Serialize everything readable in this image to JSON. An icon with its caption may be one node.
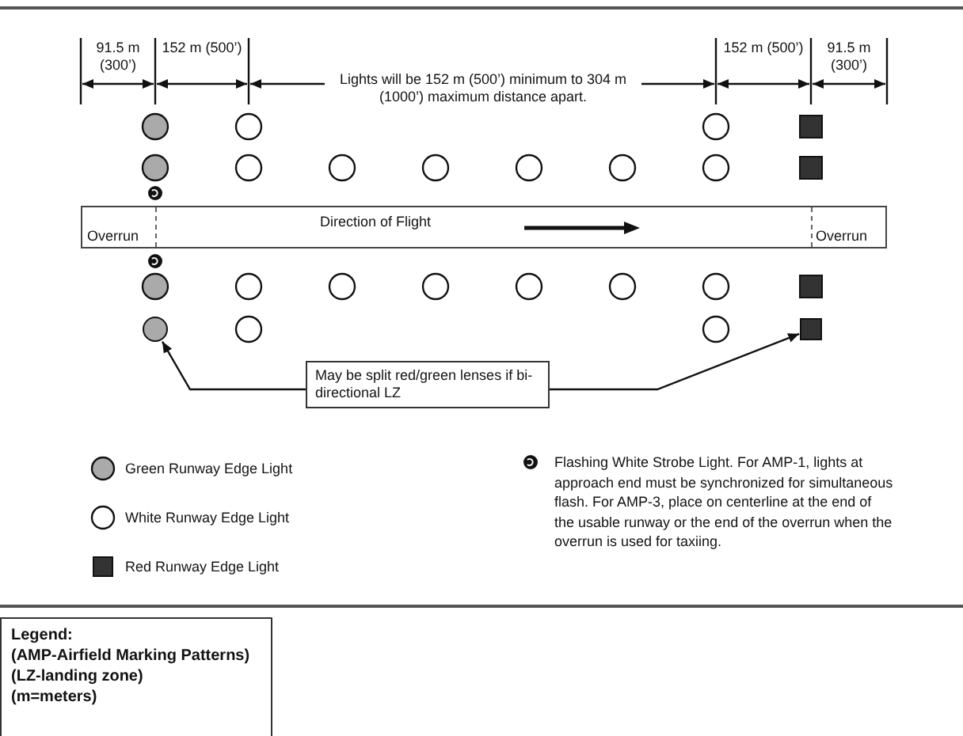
{
  "diagram": {
    "nodes": [
      {
        "text": [
          "Overrun",
          "Direction of Flight",
          "Overrun"
        ]
      },
      {
        "text": [],
        "shape": "circle"
      },
      {
        "text": [],
        "shape": "box"
      },
      {
        "text": [
          "May be split red/green lenses if bi-directional LZ"
        ]
      },
      {
        "text": [
          "Legend:",
          "(AMP-Airfield Marking Patterns)",
          "(LZ-landing zone)",
          "(m=meters)"
        ]
      }
    ],
    "edges": [
      {
        "from": 3,
        "to": 1,
        "arrow": "to"
      },
      {
        "from": 3,
        "to": 2,
        "arrow": "to"
      }
    ],
    "labels": [
      "91.5 m (300’)",
      "152 m (500’)",
      "Lights will be 152 m (500’) minimum to 304 m (1000’) maximum  distance apart.",
      "152 m (500’)",
      "91.5 m (300’)"
    ],
    "legend": [
      {
        "text": "Green Runway Edge Light"
      },
      {
        "text": "White Runway Edge Light"
      },
      {
        "text": "Red Runway Edge Light"
      },
      {
        "text": "Flashing White Strobe Light. For AMP-1, lights at approach end must be synchronized for simultaneous flash.  For AMP-3, place on centerline at the end of the usable runway or the end of the overrun when the overrun is used for taxiing."
      }
    ]
  }
}
